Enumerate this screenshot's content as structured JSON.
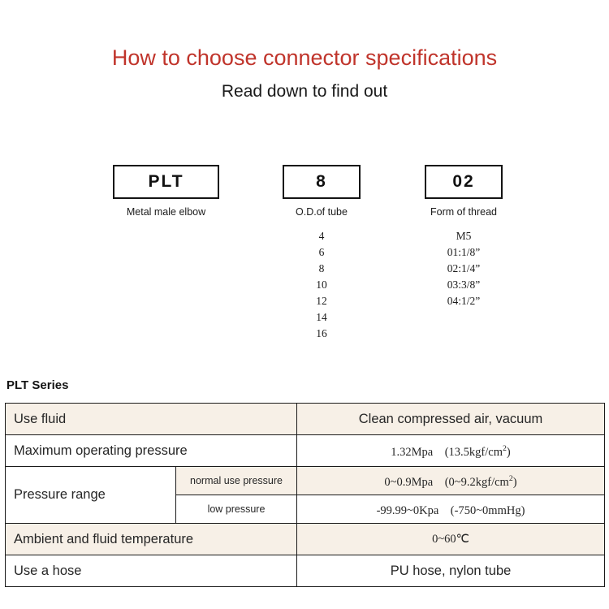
{
  "header": {
    "title": "How to choose connector specifications",
    "subtitle": "Read down to find out",
    "title_color": "#c0342b"
  },
  "code_breakdown": {
    "groups": [
      {
        "code": "PLT",
        "caption": "Metal male elbow",
        "options": []
      },
      {
        "code": "8",
        "caption": "O.D.of tube",
        "options": [
          "4",
          "6",
          "8",
          "10",
          "12",
          "14",
          "16"
        ]
      },
      {
        "code": "02",
        "caption": "Form of thread",
        "options": [
          "M5",
          "01:1/8”",
          "02:1/4”",
          "03:3/8”",
          "04:1/2”"
        ]
      }
    ]
  },
  "spec": {
    "heading": "PLT Series",
    "row_colors": {
      "shaded": "#f7f0e7",
      "plain": "#ffffff"
    },
    "rows": [
      {
        "label": "Use fluid",
        "value": "Clean compressed air, vacuum"
      },
      {
        "label": "Maximum operating pressure",
        "value_prefix": "1.32Mpa　(13.5kgf/cm",
        "value_sup": "2",
        "value_suffix": ")"
      },
      {
        "label": "Pressure range",
        "sub_rows": [
          {
            "sub_label": "normal use pressure",
            "value_prefix": "0~0.9Mpa　(0~9.2kgf/cm",
            "value_sup": "2",
            "value_suffix": ")"
          },
          {
            "sub_label": "low pressure",
            "value": "-99.99~0Kpa　(-750~0mmHg)"
          }
        ]
      },
      {
        "label": "Ambient and fluid temperature",
        "value": "0~60℃"
      },
      {
        "label": "Use a hose",
        "value": "PU hose, nylon tube"
      }
    ]
  }
}
